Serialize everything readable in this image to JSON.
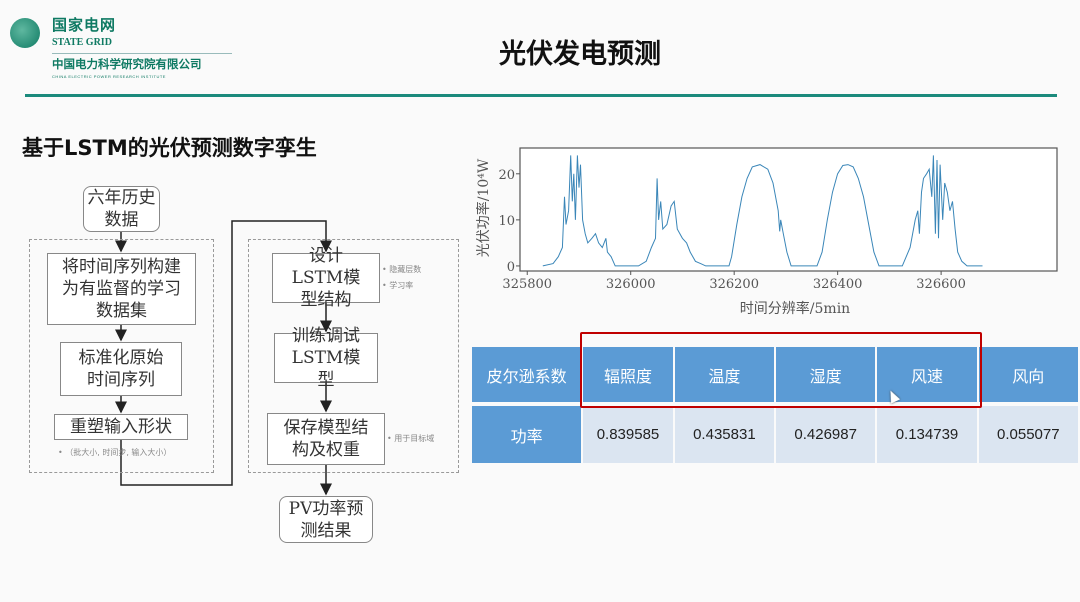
{
  "header": {
    "logo_cn": "国家电网",
    "logo_en": "STATE GRID",
    "org_cn": "中国电力科学研究院有限公司",
    "org_en": "CHINA ELECTRIC POWER RESEARCH INSTITUTE",
    "title": "光伏发电预测"
  },
  "subtitle": "基于LSTM的光伏预测数字孪生",
  "flow": {
    "start": "六年历史数据",
    "step1": "将时间序列构建为有监督的学习数据集",
    "step2": "标准化原始时间序列",
    "step3": "重塑输入形状",
    "note3": "（批大小, 时间步, 输入大小）",
    "step4": "设计LSTM模型结构",
    "note4a": "隐藏层数",
    "note4b": "学习率",
    "step5": "训练调试LSTM模型",
    "step6": "保存模型结构及权重",
    "note6": "用于目标域",
    "end": "PV功率预测结果"
  },
  "chart_data": {
    "type": "line",
    "xlabel": "时间分辨率/5min",
    "ylabel": "光伏功率/10⁴W",
    "xlim": [
      325786,
      326824
    ],
    "ylim": [
      -1.1,
      25.6
    ],
    "xticks": [
      325800,
      326000,
      326200,
      326400,
      326600
    ],
    "yticks": [
      0,
      10,
      20
    ],
    "series_color": "#3a86b8",
    "points": [
      [
        325830,
        0
      ],
      [
        325850,
        0.5
      ],
      [
        325860,
        2
      ],
      [
        325868,
        4
      ],
      [
        325872,
        15
      ],
      [
        325875,
        9
      ],
      [
        325880,
        12
      ],
      [
        325884,
        24
      ],
      [
        325887,
        14
      ],
      [
        325890,
        20
      ],
      [
        325893,
        10
      ],
      [
        325897,
        24
      ],
      [
        325900,
        17
      ],
      [
        325903,
        22
      ],
      [
        325907,
        10
      ],
      [
        325912,
        7
      ],
      [
        325917,
        5
      ],
      [
        325925,
        6
      ],
      [
        325932,
        7
      ],
      [
        325938,
        5
      ],
      [
        325945,
        4
      ],
      [
        325952,
        6
      ],
      [
        325955,
        3
      ],
      [
        325962,
        2
      ],
      [
        325970,
        0
      ],
      [
        326015,
        0
      ],
      [
        326030,
        1
      ],
      [
        326040,
        4
      ],
      [
        326048,
        6
      ],
      [
        326051,
        19
      ],
      [
        326054,
        10
      ],
      [
        326058,
        14
      ],
      [
        326062,
        8
      ],
      [
        326070,
        9
      ],
      [
        326078,
        13
      ],
      [
        326084,
        14
      ],
      [
        326090,
        8
      ],
      [
        326100,
        6
      ],
      [
        326108,
        5
      ],
      [
        326115,
        3
      ],
      [
        326125,
        1
      ],
      [
        326135,
        0.5
      ],
      [
        326145,
        0
      ],
      [
        326190,
        0
      ],
      [
        326195,
        2
      ],
      [
        326205,
        9
      ],
      [
        326215,
        15
      ],
      [
        326225,
        19
      ],
      [
        326235,
        21.5
      ],
      [
        326250,
        22
      ],
      [
        326265,
        21
      ],
      [
        326275,
        18
      ],
      [
        326285,
        12
      ],
      [
        326288,
        7.5
      ],
      [
        326290,
        10
      ],
      [
        326295,
        7
      ],
      [
        326302,
        3
      ],
      [
        326310,
        0
      ],
      [
        326360,
        0
      ],
      [
        326370,
        3
      ],
      [
        326380,
        10
      ],
      [
        326390,
        16
      ],
      [
        326400,
        20
      ],
      [
        326410,
        21.8
      ],
      [
        326420,
        22
      ],
      [
        326430,
        21.5
      ],
      [
        326440,
        19
      ],
      [
        326450,
        15
      ],
      [
        326460,
        9
      ],
      [
        326470,
        3
      ],
      [
        326480,
        0
      ],
      [
        326525,
        0
      ],
      [
        326540,
        4
      ],
      [
        326550,
        10
      ],
      [
        326555,
        12
      ],
      [
        326558,
        7
      ],
      [
        326562,
        16
      ],
      [
        326566,
        19
      ],
      [
        326572,
        20
      ],
      [
        326577,
        21
      ],
      [
        326582,
        15
      ],
      [
        326585,
        24
      ],
      [
        326589,
        7
      ],
      [
        326592,
        23
      ],
      [
        326595,
        6
      ],
      [
        326598,
        22
      ],
      [
        326603,
        10
      ],
      [
        326607,
        18
      ],
      [
        326612,
        16
      ],
      [
        326617,
        12
      ],
      [
        326622,
        14
      ],
      [
        326627,
        8
      ],
      [
        326632,
        3
      ],
      [
        326640,
        1
      ],
      [
        326650,
        0
      ],
      [
        326680,
        0
      ]
    ]
  },
  "table": {
    "corner": "皮尔逊系数",
    "headers": [
      "辐照度",
      "温度",
      "湿度",
      "风速",
      "风向"
    ],
    "row_label": "功率",
    "values": [
      "0.839585",
      "0.435831",
      "0.426987",
      "0.134739",
      "0.055077"
    ],
    "highlight_color": "#c00000"
  }
}
